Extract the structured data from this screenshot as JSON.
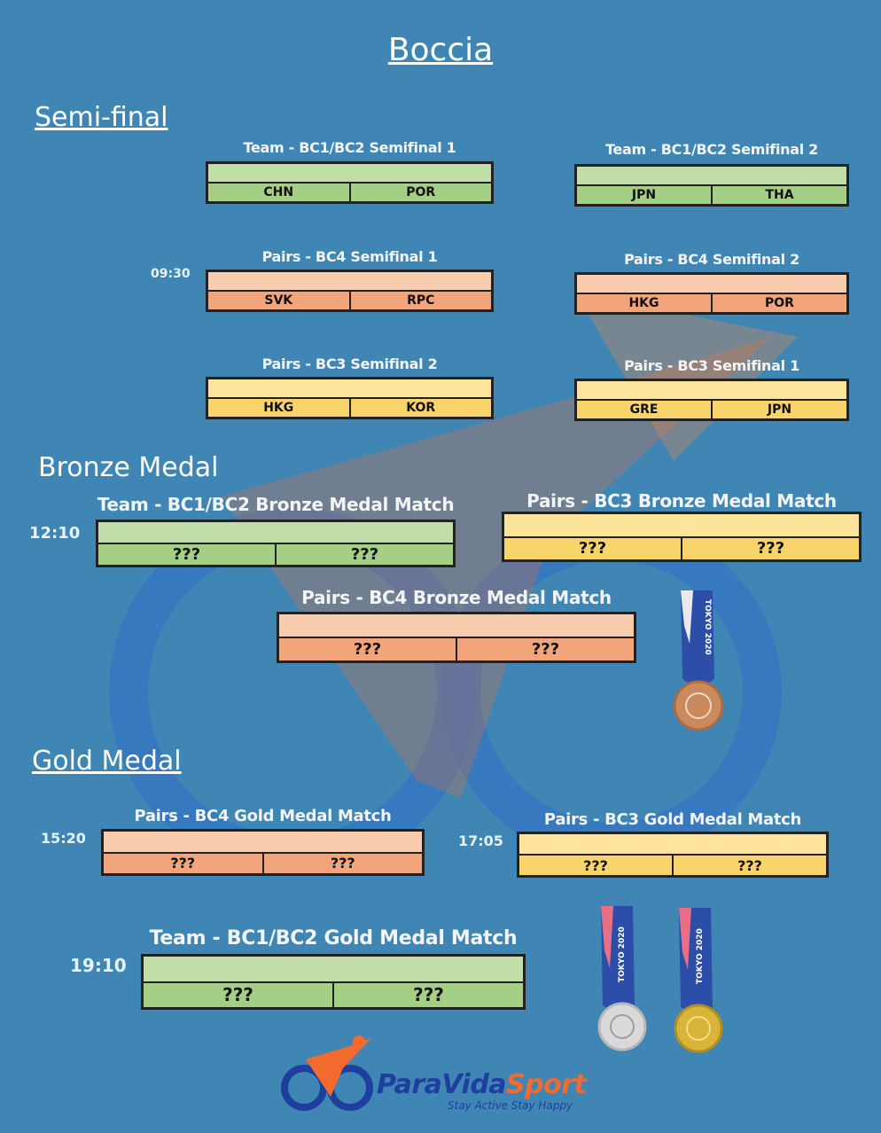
{
  "page_title": "Boccia",
  "sections": {
    "semifinal": "Semi-final",
    "bronze": "Bronze Medal",
    "gold": "Gold Medal"
  },
  "colors": {
    "background": "#3f86b5",
    "team_green": "#a5cf84",
    "bc4_salmon": "#f2a57a",
    "bc3_yellow": "#f9d46a",
    "logo_blue": "#1f3f9e",
    "logo_orange": "#f26a2e"
  },
  "semifinal": {
    "time": "09:30",
    "matches": [
      {
        "title": "Team - BC1/BC2 Semifinal 1",
        "left": "CHN",
        "right": "POR"
      },
      {
        "title": "Team - BC1/BC2 Semifinal 2",
        "left": "JPN",
        "right": "THA"
      },
      {
        "title": "Pairs - BC4 Semifinal 1",
        "left": "SVK",
        "right": "RPC"
      },
      {
        "title": "Pairs - BC4 Semifinal 2",
        "left": "HKG",
        "right": "POR"
      },
      {
        "title": "Pairs - BC3 Semifinal 2",
        "left": "HKG",
        "right": "KOR"
      },
      {
        "title": "Pairs - BC3 Semifinal 1",
        "left": "GRE",
        "right": "JPN"
      }
    ]
  },
  "bronze": {
    "time": "12:10",
    "matches": [
      {
        "title": "Team - BC1/BC2 Bronze Medal Match",
        "left": "???",
        "right": "???"
      },
      {
        "title": "Pairs - BC3 Bronze Medal Match",
        "left": "???",
        "right": "???"
      },
      {
        "title": "Pairs - BC4 Bronze Medal Match",
        "left": "???",
        "right": "???"
      }
    ]
  },
  "gold": {
    "matches": [
      {
        "time": "15:20",
        "title": "Pairs - BC4 Gold Medal Match",
        "left": "???",
        "right": "???"
      },
      {
        "time": "17:05",
        "title": "Pairs - BC3 Gold Medal Match",
        "left": "???",
        "right": "???"
      },
      {
        "time": "19:10",
        "title": "Team - BC1/BC2 Gold Medal Match",
        "left": "???",
        "right": "???"
      }
    ]
  },
  "medals": {
    "ribbon_text": "TOKYO 2020",
    "bronze_color": "#c98a5e",
    "silver_color": "#d9d9d9",
    "gold_color": "#d8b43a"
  },
  "logo": {
    "brand_part1": "ParaVida",
    "brand_part2": "Sport",
    "tagline": "Stay Active Stay Happy"
  }
}
